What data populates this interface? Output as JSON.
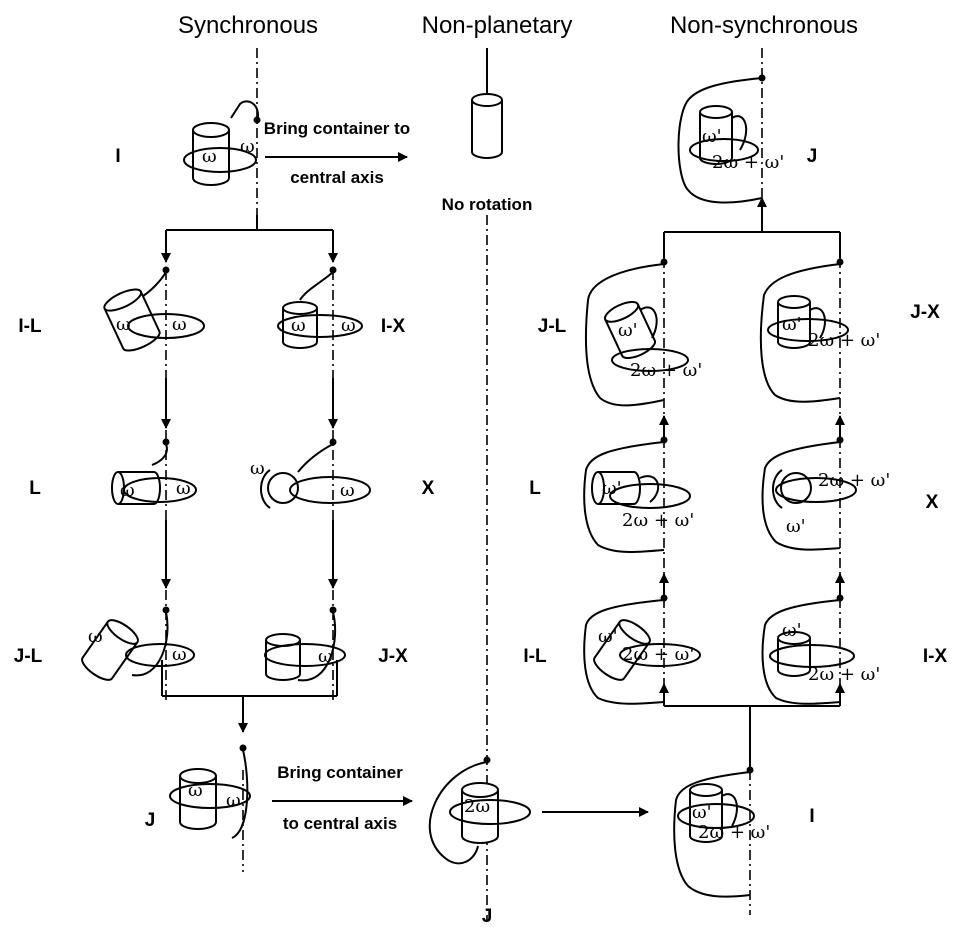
{
  "headers": {
    "synchronous": "Synchronous",
    "non_planetary": "Non-planetary",
    "non_synchronous": "Non-synchronous"
  },
  "captions": {
    "bring_top_1": "Bring container to",
    "bring_top_2": "central axis",
    "no_rotation": "No rotation",
    "bring_bottom_1": "Bring container",
    "bring_bottom_2": "to central axis"
  },
  "symbols": {
    "omega": "ω",
    "omega_prime": "ω'",
    "two_omega": "2ω",
    "two_omega_plus_omega_prime": "2ω + ω'"
  },
  "sync_labels": {
    "top": "I",
    "row1_left": "I-L",
    "row1_right": "I-X",
    "row2_left": "L",
    "row2_right": "X",
    "row3_left": "J-L",
    "row3_right": "J-X",
    "bottom": "J"
  },
  "nonsync_labels": {
    "top": "J",
    "row1_left": "J-L",
    "row1_right": "J-X",
    "row2_left": "L",
    "row2_right": "X",
    "row3_left": "I-L",
    "row3_right": "I-X",
    "bottom": "I"
  },
  "nonplanetary_labels": {
    "bottom": "J"
  }
}
